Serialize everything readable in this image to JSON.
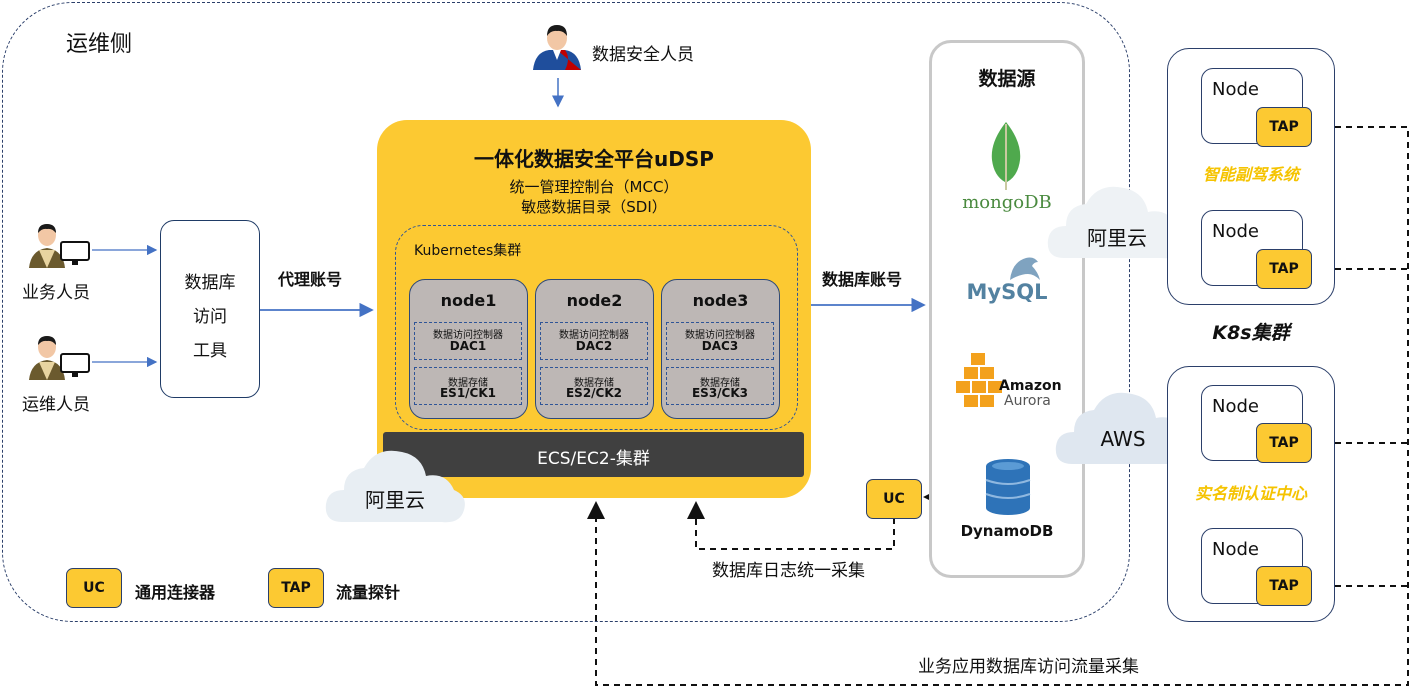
{
  "ops_region": {
    "label": "运维侧"
  },
  "security_person": {
    "label": "数据安全人员"
  },
  "users": [
    {
      "label": "业务人员"
    },
    {
      "label": "运维人员"
    }
  ],
  "db_tool": {
    "line1": "数据库",
    "line2": "访问",
    "line3": "工具"
  },
  "proxy_account": "代理账号",
  "db_account": "数据库账号",
  "platform": {
    "title": "一体化数据安全平台uDSP",
    "subtitle1": "统一管理控制台（MCC）",
    "subtitle2": "敏感数据目录（SDI）",
    "cluster_label": "Kubernetes集群",
    "nodes": [
      {
        "name": "node1",
        "dac_title": "数据访问控制器",
        "dac_id": "DAC1",
        "es_title": "数据存储",
        "es_id": "ES1/CK1"
      },
      {
        "name": "node2",
        "dac_title": "数据访问控制器",
        "dac_id": "DAC2",
        "es_title": "数据存储",
        "es_id": "ES2/CK2"
      },
      {
        "name": "node3",
        "dac_title": "数据访问控制器",
        "dac_id": "DAC3",
        "es_title": "数据存储",
        "es_id": "ES3/CK3"
      }
    ],
    "ecs_label": "ECS/EC2-集群",
    "cloud_label": "阿里云"
  },
  "datasource": {
    "title": "数据源",
    "mongodb": "mongoDB",
    "mysql": "MySQL",
    "aurora_brand": "Amazon",
    "aurora_name": "Aurora",
    "dynamodb": "DynamoDB"
  },
  "clouds": {
    "aliyun": "阿里云",
    "aws": "AWS"
  },
  "uc_box": "UC",
  "log_collect": "数据库日志统一采集",
  "traffic_collect": "业务应用数据库访问流量采集",
  "k8s_label": "K8s集群",
  "groups": [
    {
      "name": "智能副驾系统",
      "nodes": [
        {
          "label": "Node",
          "tap": "TAP"
        },
        {
          "label": "Node",
          "tap": "TAP"
        }
      ]
    },
    {
      "name": "实名制认证中心",
      "nodes": [
        {
          "label": "Node",
          "tap": "TAP"
        },
        {
          "label": "Node",
          "tap": "TAP"
        }
      ]
    }
  ],
  "legend": [
    {
      "key": "UC",
      "desc": "通用连接器"
    },
    {
      "key": "TAP",
      "desc": "流量探针"
    }
  ],
  "colors": {
    "accent": "#fcc932",
    "dark": "#404040",
    "line_blue": "#4472c4",
    "border_navy": "#2b3f6a"
  }
}
